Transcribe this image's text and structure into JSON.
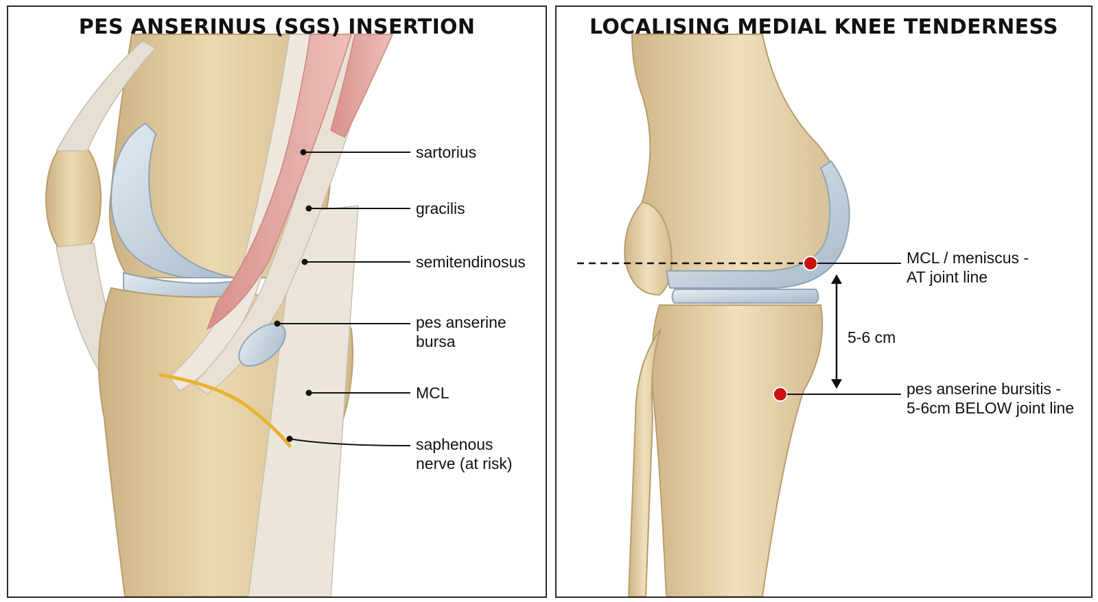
{
  "left_panel": {
    "title": "PES ANSERINUS (SGS) INSERTION",
    "labels": {
      "sartorius": "sartorius",
      "gracilis": "gracilis",
      "semitendinosus": "semitendinosus",
      "bursa": "pes anserine\nbursa",
      "mcl": "MCL",
      "nerve": "saphenous\nnerve (at risk)"
    }
  },
  "right_panel": {
    "title": "LOCALISING MEDIAL KNEE TENDERNESS",
    "labels": {
      "joint_line": "MCL / meniscus -\nAT joint line",
      "distance": "5-6 cm",
      "bursitis": "pes anserine bursitis -\n5-6cm BELOW joint line"
    }
  },
  "colors": {
    "bone": "#e6d0a4",
    "cartilage": "#c9d7e2",
    "muscle": "#e3a9a4",
    "tendon": "#ebe3d8",
    "nerve": "#e7b32e",
    "marker": "#cc1111"
  }
}
